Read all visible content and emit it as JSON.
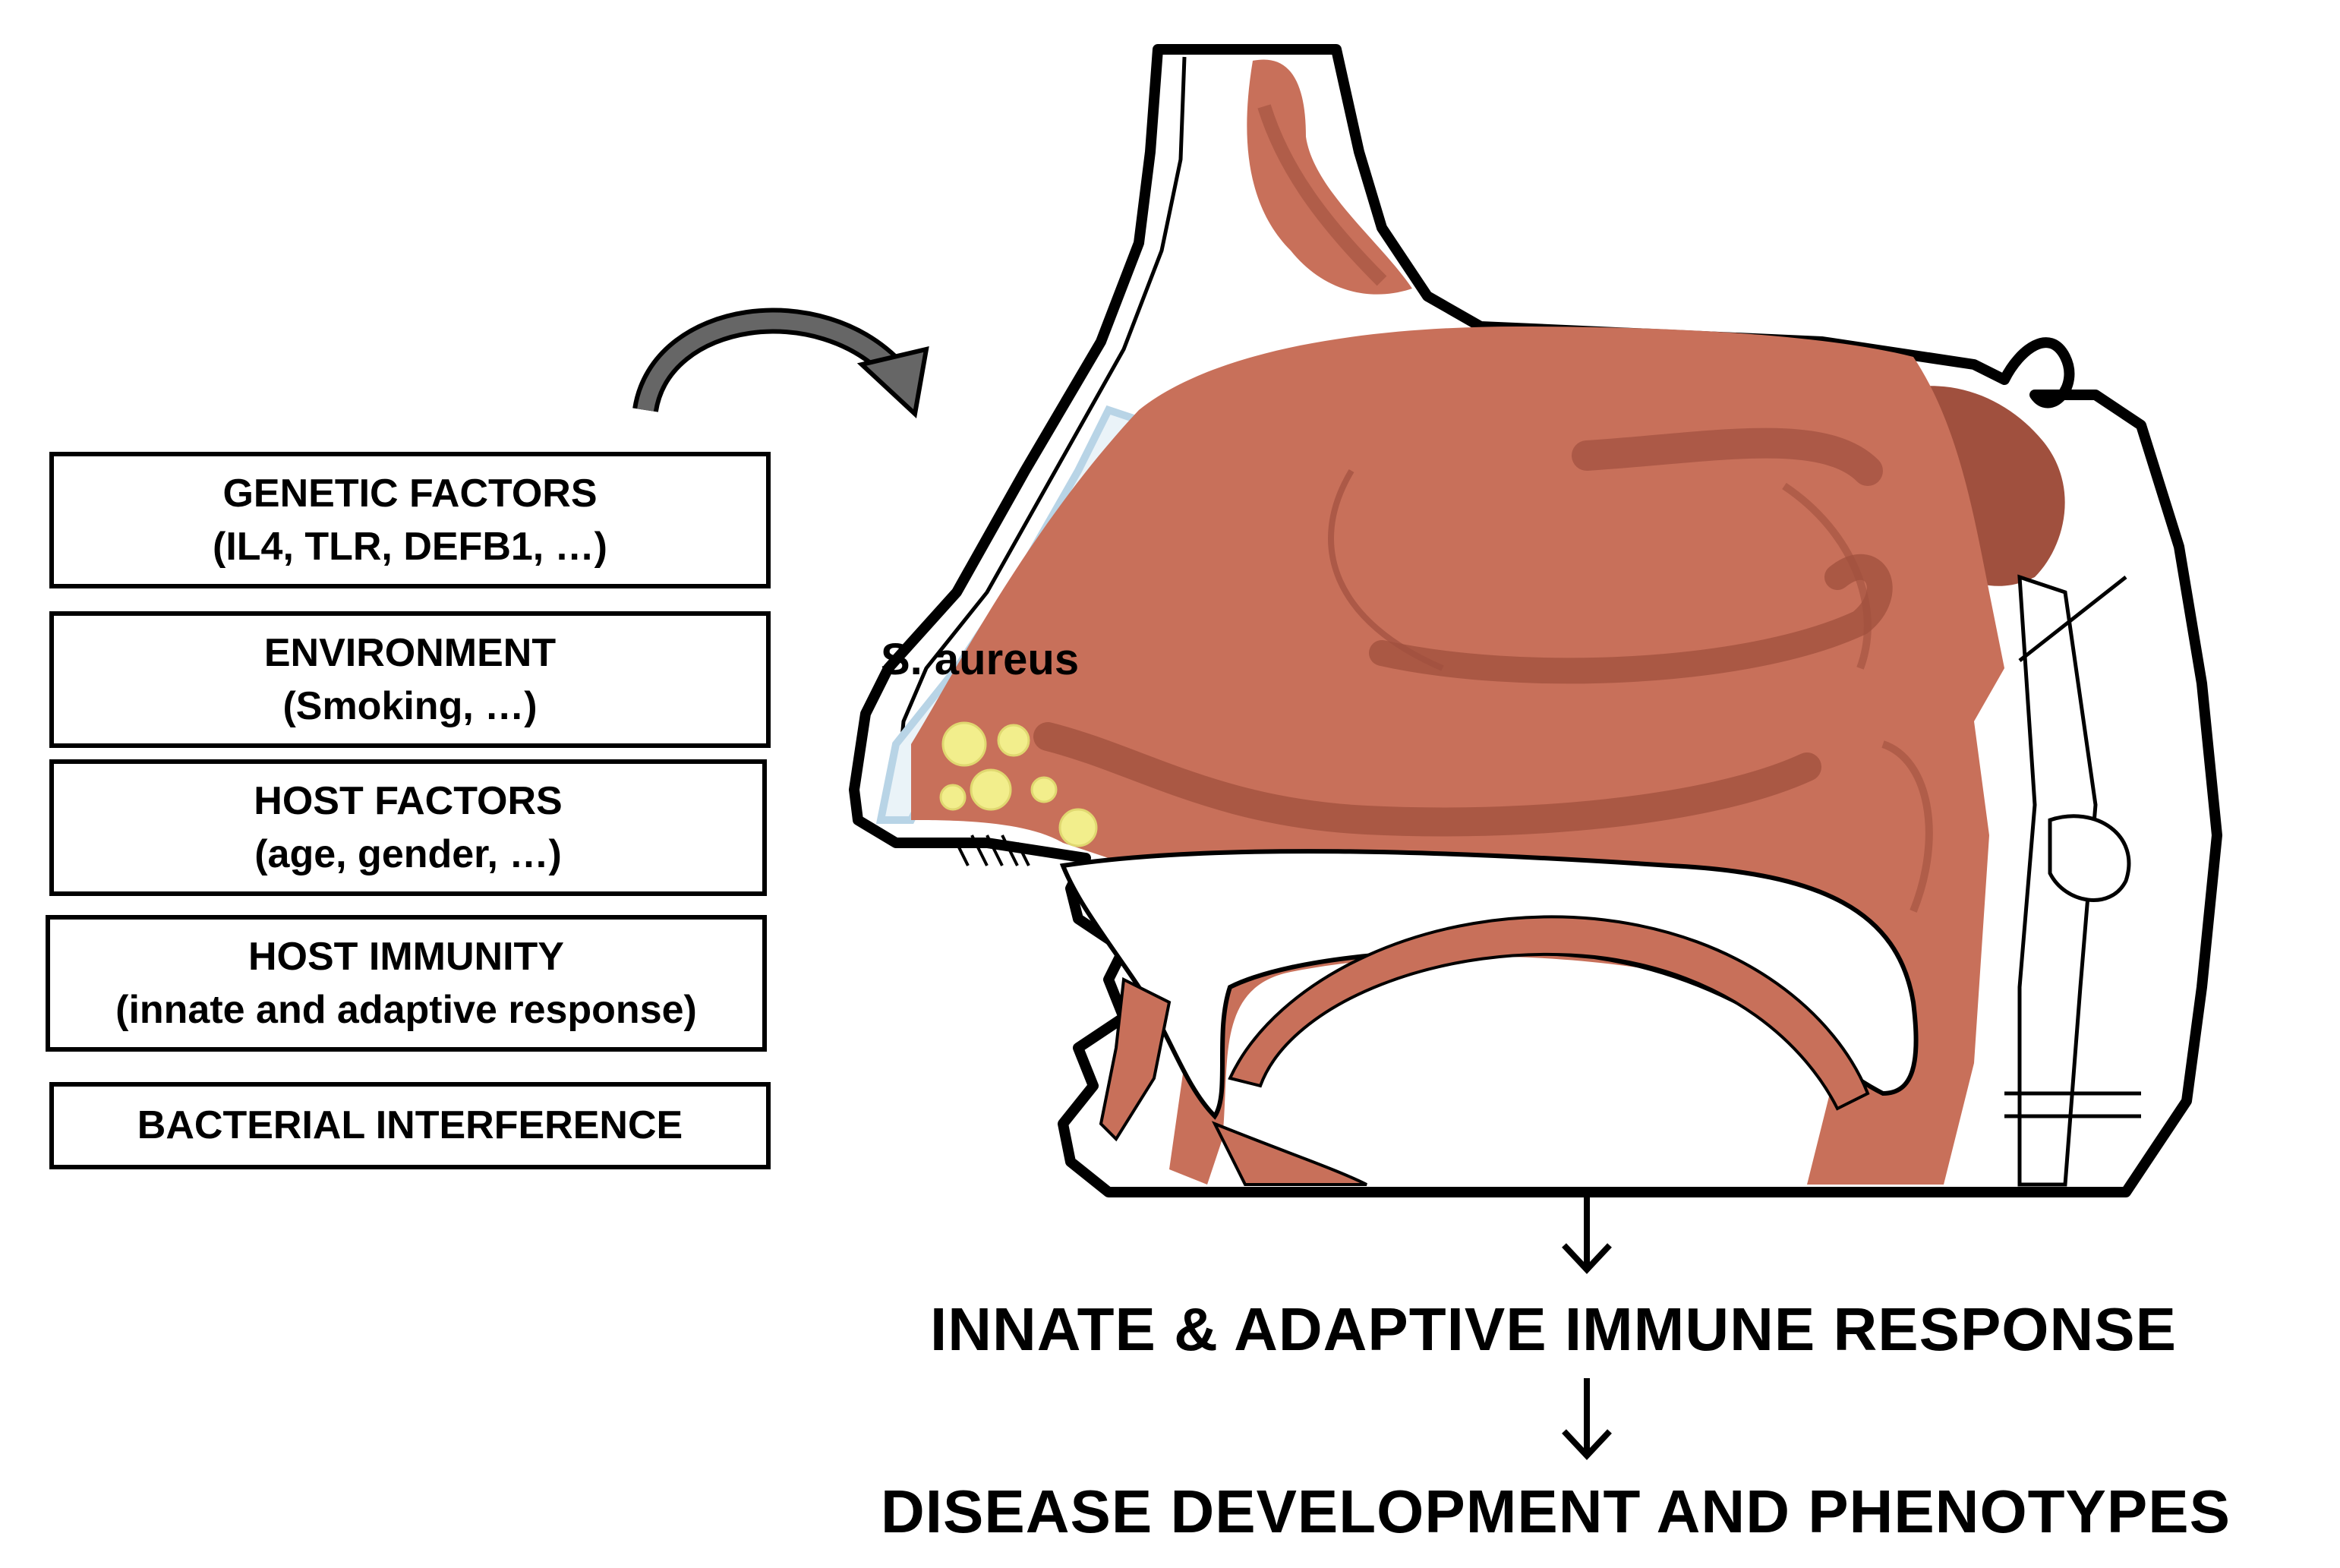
{
  "factors": [
    {
      "title": "GENETIC FACTORS",
      "detail": "(IL4, TLR, DEFB1, …)"
    },
    {
      "title": "ENVIRONMENT",
      "detail": "(Smoking, …)"
    },
    {
      "title": "HOST FACTORS",
      "detail": "(age, gender, …)"
    },
    {
      "title": "HOST IMMUNITY",
      "detail": "(innate and adaptive response)"
    },
    {
      "title": "BACTERIAL INTERFERENCE",
      "detail": ""
    }
  ],
  "bacterium_label": "S. aureus",
  "flow": {
    "step1": "INNATE & ADAPTIVE IMMUNE RESPONSE",
    "step2": "DISEASE DEVELOPMENT AND PHENOTYPES"
  },
  "colors": {
    "tissue": "#C8705A",
    "tissue_dark": "#A0503E",
    "bacteria": "#F2EE8C",
    "cartilage": "#B8D4E6",
    "arrow_gray": "#666666"
  }
}
